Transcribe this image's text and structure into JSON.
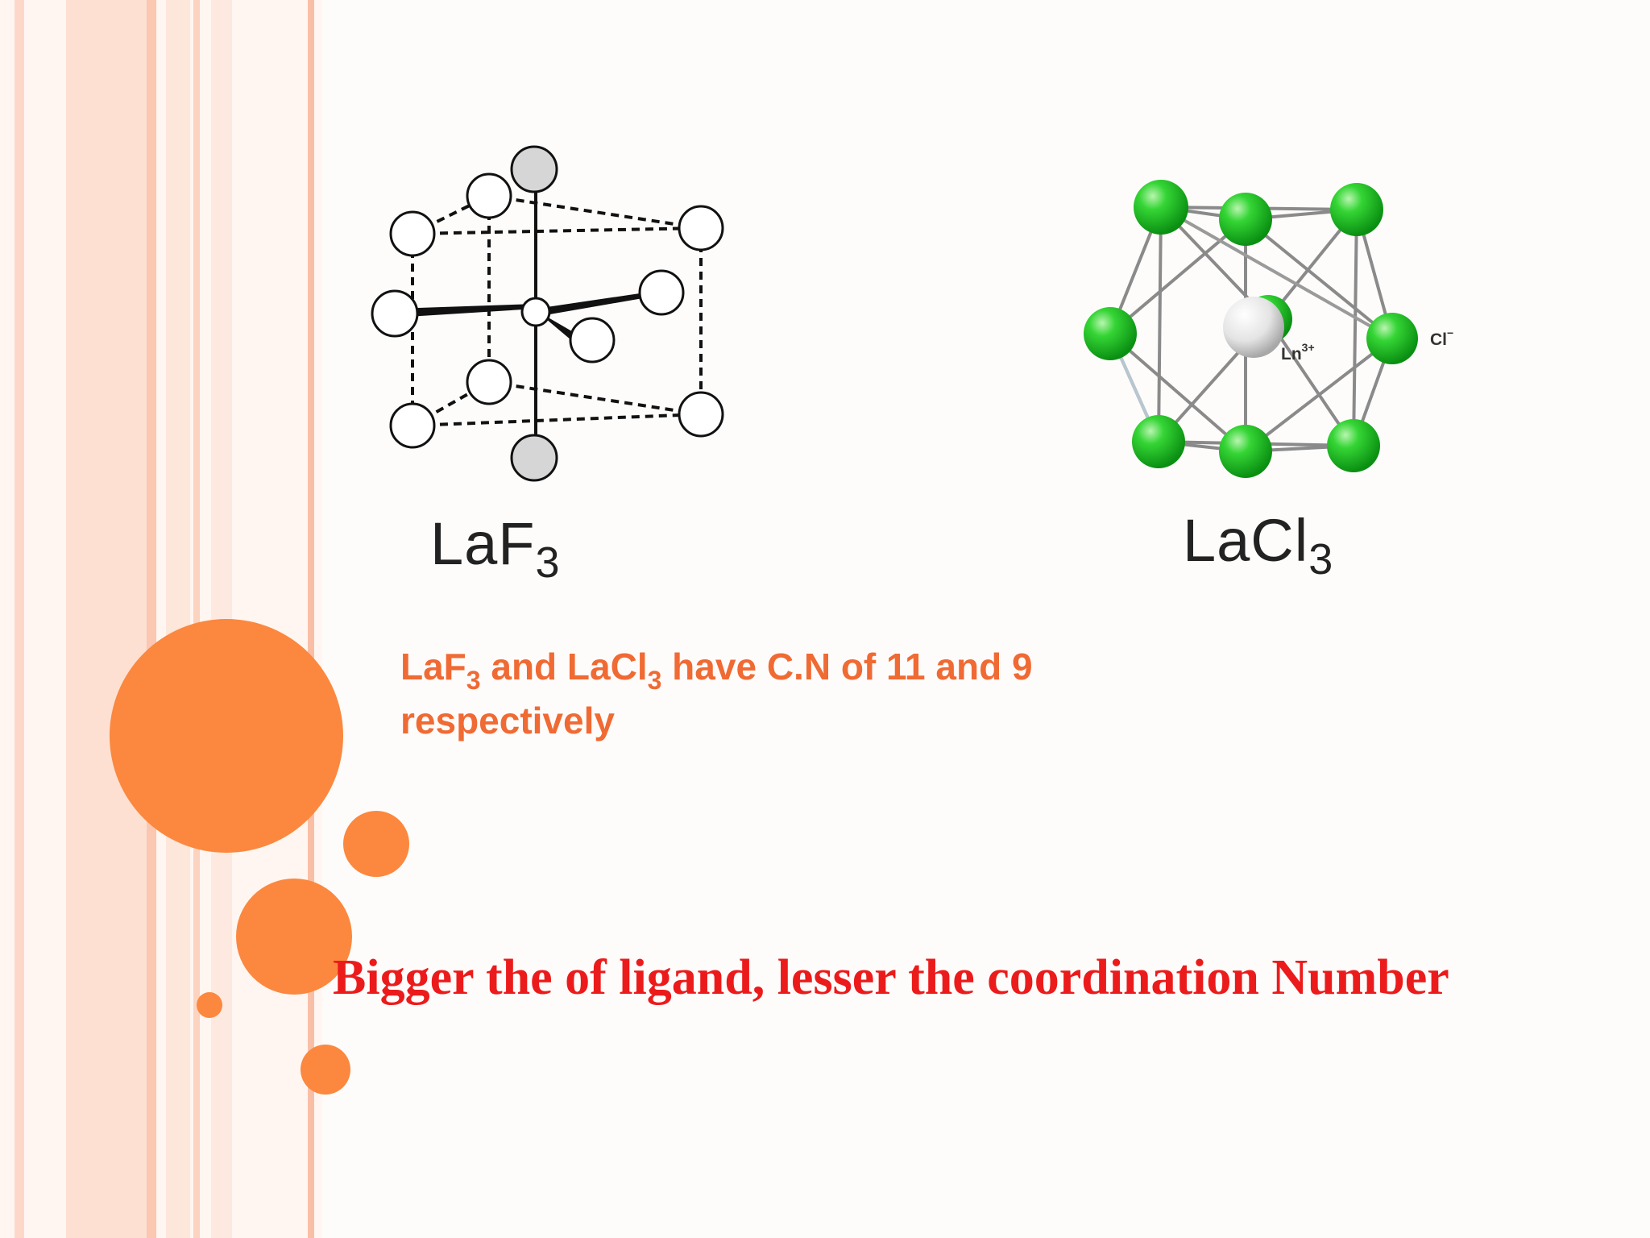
{
  "figures": {
    "laf3": {
      "formula_main": "LaF",
      "formula_sub": "3"
    },
    "lacl3": {
      "formula_main": "LaCl",
      "formula_sub": "3",
      "label_cation_main": "Ln",
      "label_cation_sup": "3+",
      "label_anion_main": "Cl",
      "label_anion_sup": "−"
    }
  },
  "statement": {
    "part1": "LaF",
    "sub1": "3",
    "part2": " and LaCl",
    "sub2": "3",
    "part3": " have C.N of 11 and 9 respectively"
  },
  "conclusion": "Bigger the of ligand, lesser the coordination Number",
  "colors": {
    "accent_orange": "#fb883e",
    "statement_text": "#f06a33",
    "conclusion_text": "#ec1b1b",
    "chloride_green": "#22c322"
  }
}
